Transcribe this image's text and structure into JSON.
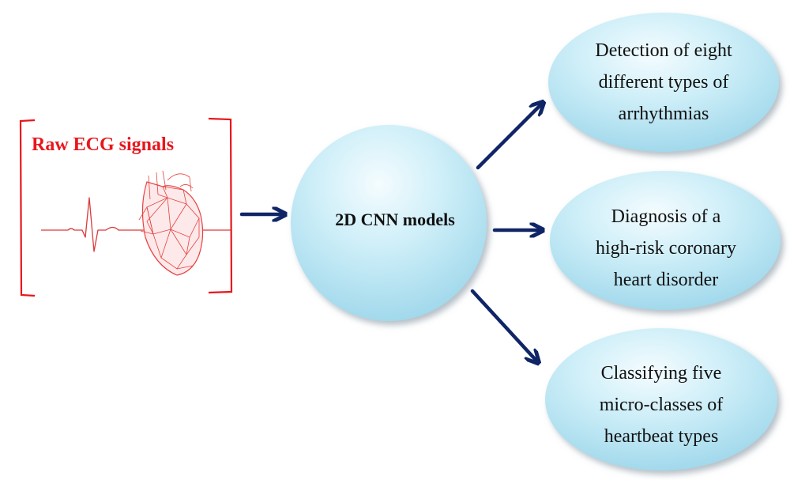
{
  "input": {
    "title": "Raw ECG signals",
    "color": "#e8161c"
  },
  "center": {
    "label": "2D CNN models"
  },
  "outputs": [
    {
      "lines": [
        "Detection of eight",
        "different types of",
        "arrhythmias"
      ]
    },
    {
      "lines": [
        "Diagnosis of a",
        "high-risk coronary",
        "heart disorder"
      ]
    },
    {
      "lines": [
        "Classifying five",
        "micro-classes of",
        "heartbeat types"
      ]
    }
  ],
  "colors": {
    "arrow": "#0f2566",
    "bubble_light": "#eaf8fd",
    "bubble_mid": "#bfe9f6",
    "bubble_dark": "#9fd8ec",
    "bracket": "#e8161c"
  },
  "icons": [
    "ecg-waveform-icon",
    "heart-mesh-icon",
    "arrow-icon"
  ]
}
